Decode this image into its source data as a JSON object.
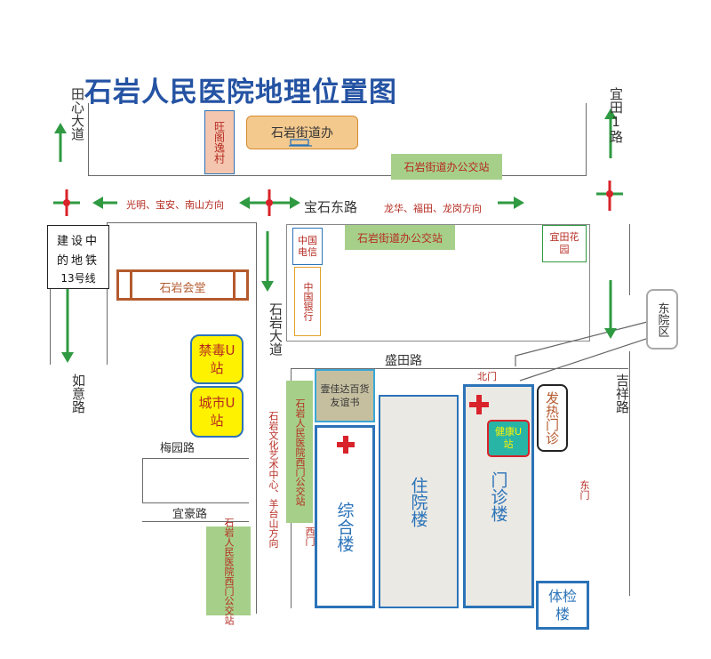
{
  "title": "石岩人民医院地理位置图",
  "roads": {
    "tianxin": "田心大道",
    "yitian": "宜田1路",
    "baoshi": "宝石东路",
    "shiyan": "石岩大道",
    "ruyi": "如意路",
    "shengtian": "盛田路",
    "jixiang": "吉祥路",
    "meiyuan": "梅园路",
    "yihao": "宜豪路"
  },
  "directions": {
    "west": "光明、宝安、南山方向",
    "east": "龙华、福田、龙岗方向",
    "south": "石岩文化艺术中心、羊台山方向"
  },
  "places": {
    "wanglanxi": "旺阁逸村",
    "office": "石岩街道办",
    "bus_office_top": "石岩街道办公交站",
    "bus_office_mid": "石岩街道办公交站",
    "metro_line1": "建设中",
    "metro_line2": "的地铁",
    "metro_line3": "13号线",
    "hall": "石岩会堂",
    "telecom": "中国电信",
    "bank": "中国银行",
    "yitian_garden": "宜田花园",
    "east_campus": "东院区",
    "drug_station": "禁毒U站",
    "city_station": "城市U站",
    "hospital_west_bus": "石岩人民医院西门公交站",
    "hospital_west_bus_2": "石岩人民医院西门公交站",
    "store": "壹佳达百货友谊书",
    "fever": "发热门诊",
    "health_station": "健康U站",
    "complex": "综合楼",
    "inpatient": "住院楼",
    "outpatient": "门诊楼",
    "checkup": "体检楼"
  },
  "gates": {
    "north": "北门",
    "west": "西门",
    "east": "东门"
  },
  "colors": {
    "title": "#2553a3",
    "signal_red": "#d8232a",
    "signal_green": "#2f9a42",
    "bus_green": "#a6d08a",
    "hospital_blue": "#2b73b8",
    "building_fill": "#ebe9e4",
    "station_yellow": "#fff200",
    "hall_brown": "#b45a2e"
  }
}
